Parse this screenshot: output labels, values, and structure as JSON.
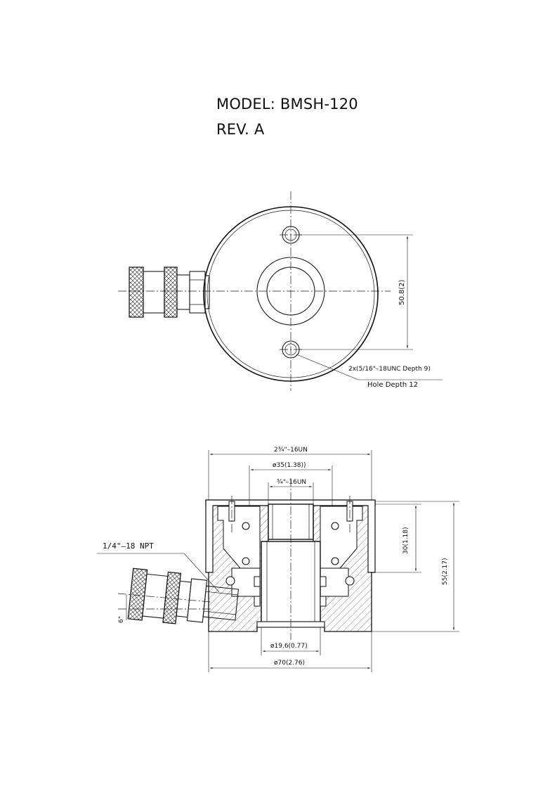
{
  "header": {
    "model": "MODEL: BMSH-120",
    "revision": "REV. A"
  },
  "top_view": {
    "bolt_spacing": "50.8(2)",
    "thread_note": "2x(5/16\"–18UNC Depth 9)",
    "hole_depth_note": "Hole Depth 12"
  },
  "section_view": {
    "outer_thread": "2¾\"–16UN",
    "bore_diameter": "ø35(1.38))",
    "inner_thread": "¾\"–16UN",
    "port_thread": "1/4\"–18 NPT",
    "stroke_height": "30(1.18)",
    "overall_height": "55(2.17)",
    "plunger_diameter": "ø19.6(0.77)",
    "body_diameter": "ø70(2.76)",
    "coupler_angle": "6°"
  }
}
